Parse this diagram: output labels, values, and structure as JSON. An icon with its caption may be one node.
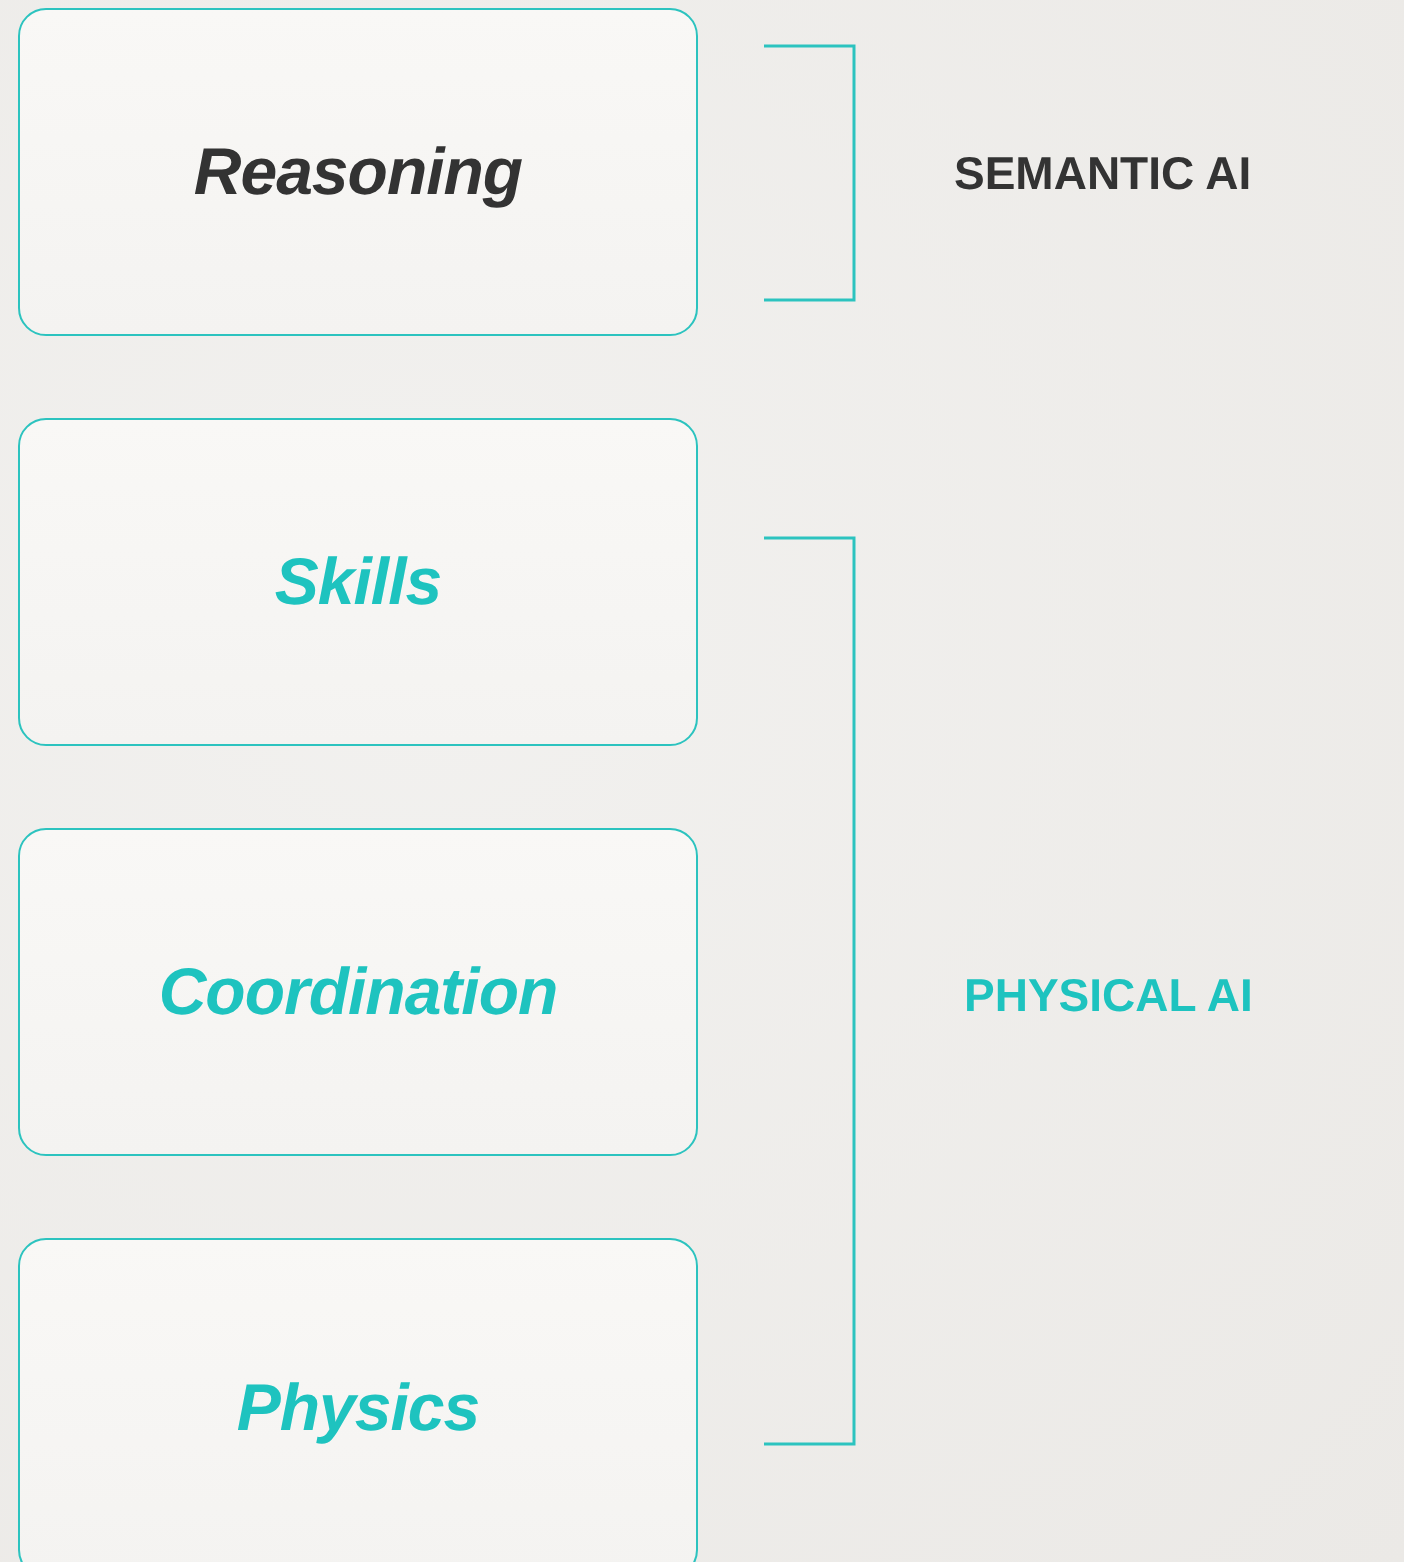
{
  "diagram": {
    "nodes": [
      {
        "text": [
          "Reasoning"
        ]
      },
      {
        "text": [
          "Skills"
        ]
      },
      {
        "text": [
          "Coordination"
        ]
      },
      {
        "text": [
          "Physics"
        ]
      }
    ],
    "labels": [
      "SEMANTIC AI",
      "PHYSICAL AI"
    ]
  }
}
